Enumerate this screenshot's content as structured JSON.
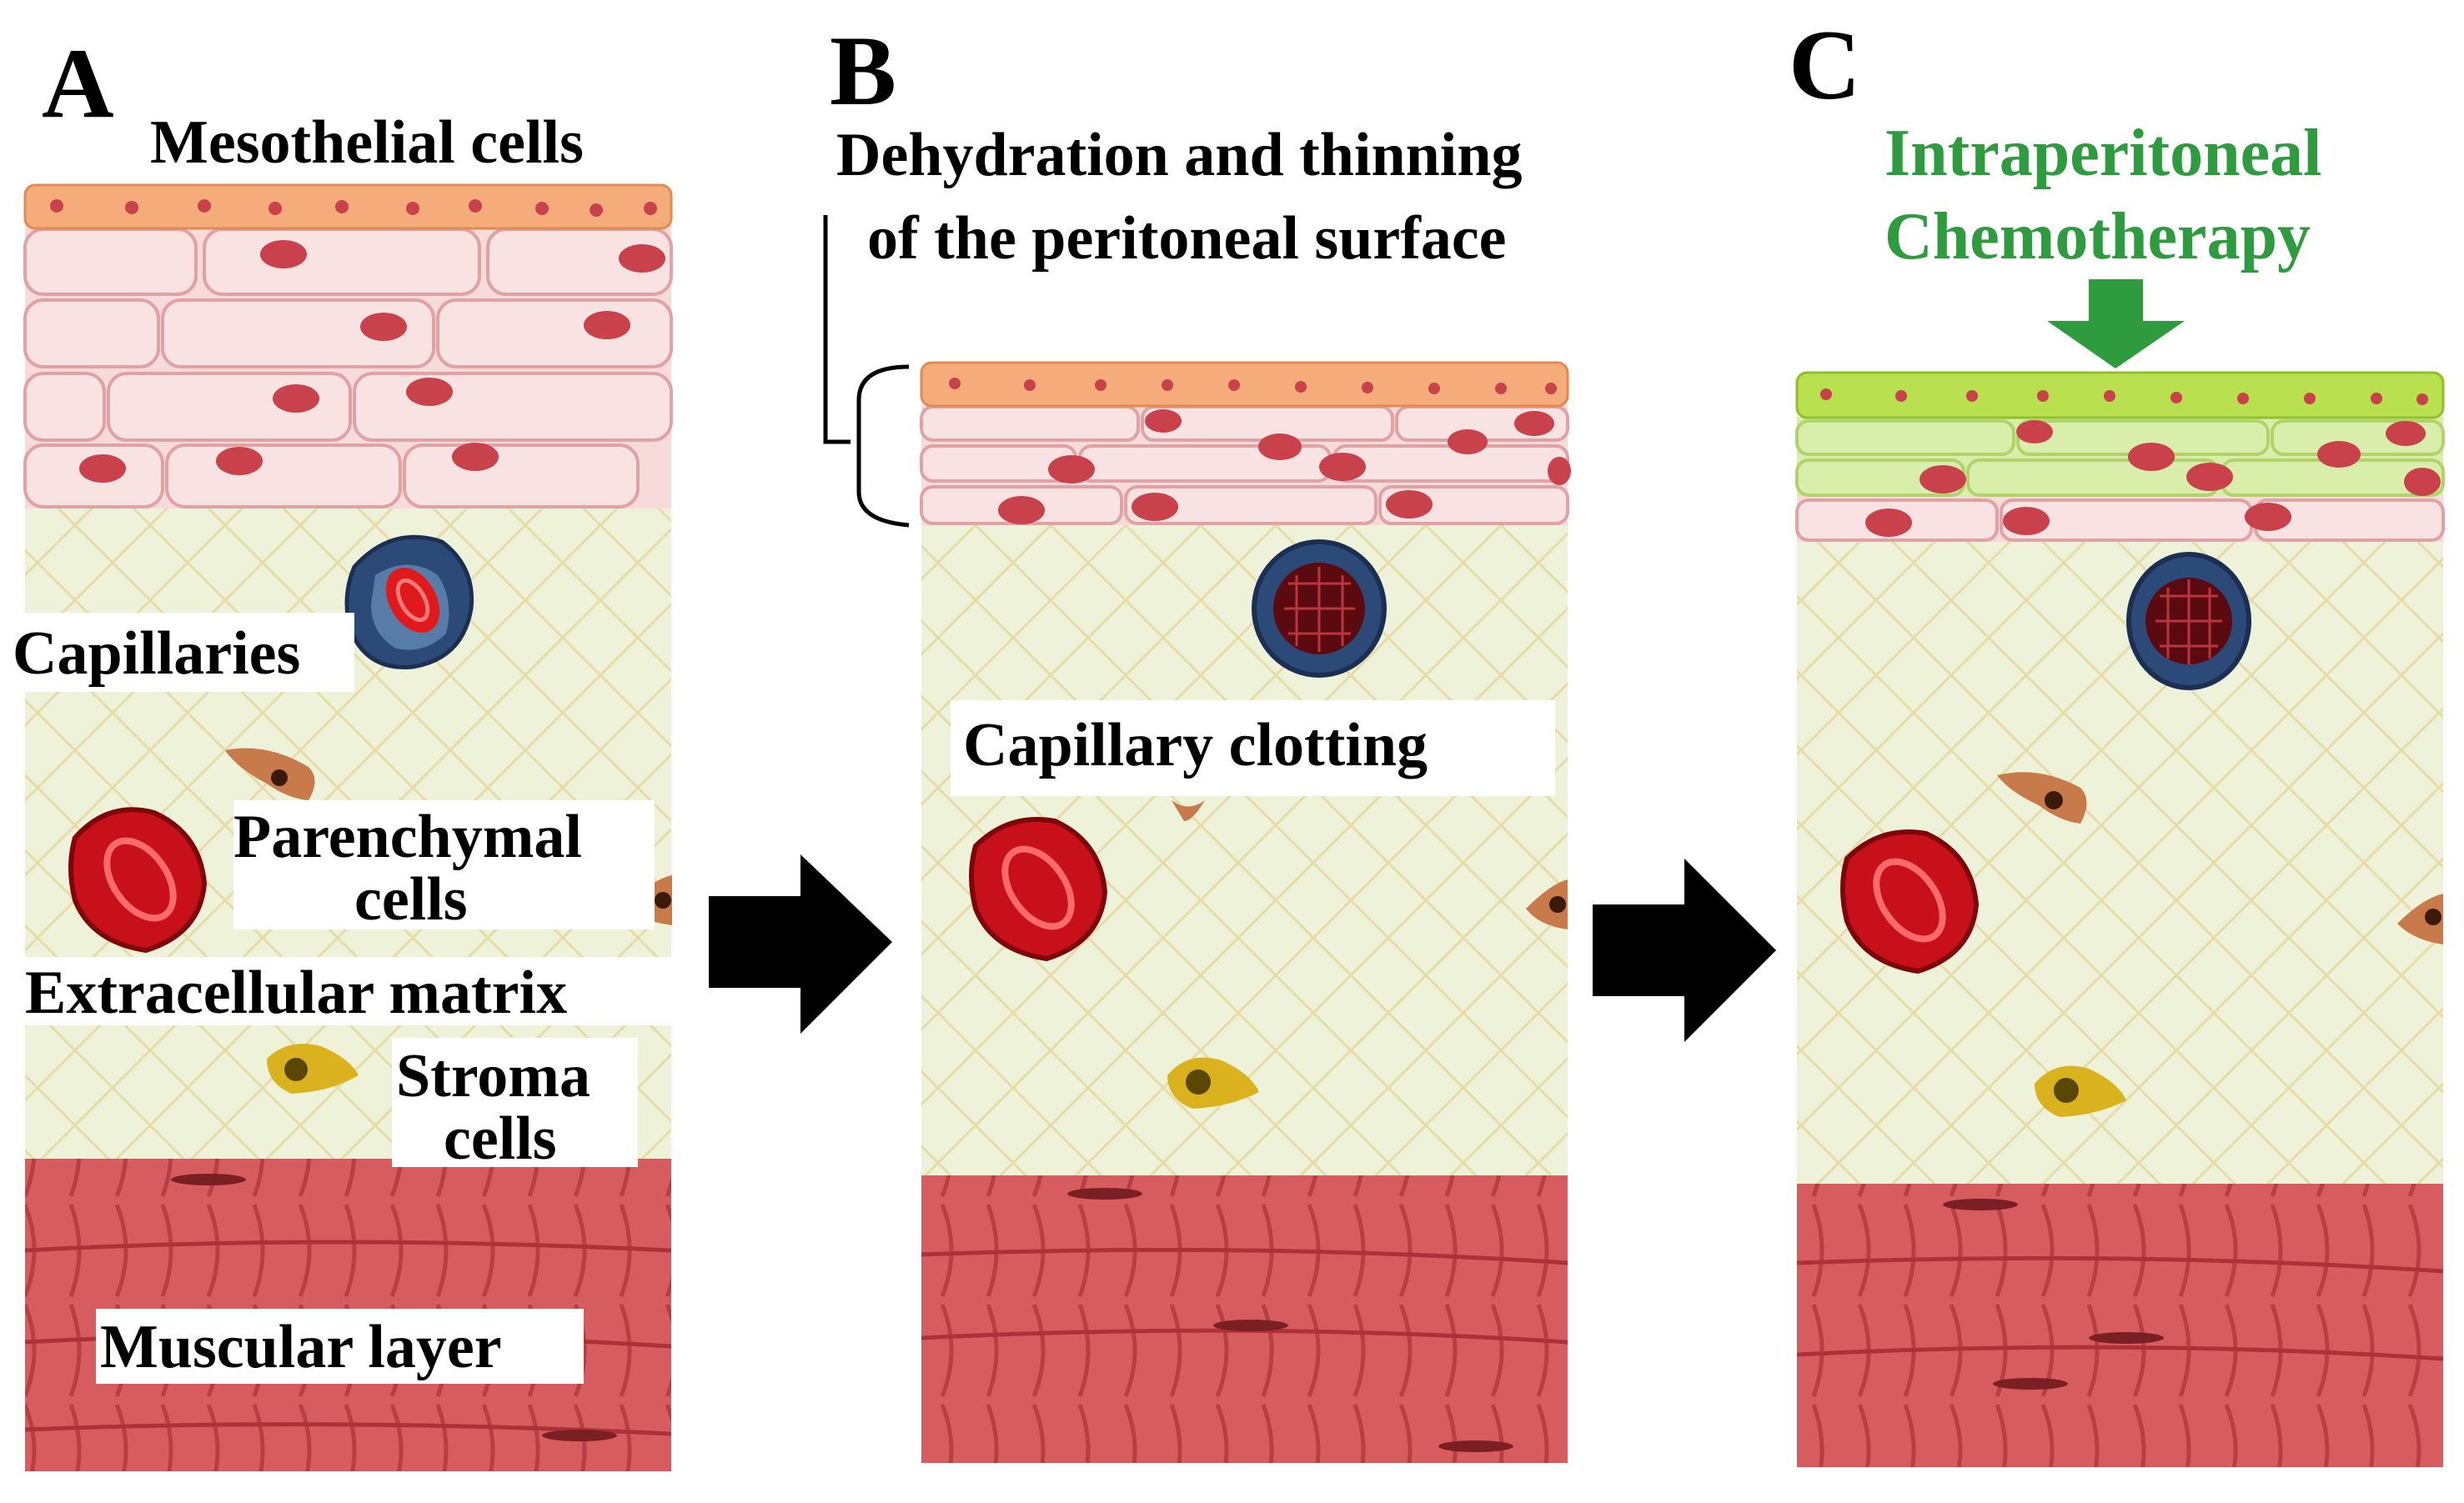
{
  "panels": [
    {
      "letter": "A"
    },
    {
      "letter": "B"
    },
    {
      "letter": "C"
    }
  ],
  "labels": {
    "mesothelial": "Mesothelial cells",
    "capillaries": "Capillaries",
    "parenchymal_line1": "Parenchymal",
    "parenchymal_line2": "cells",
    "ecm": "Extracellular matrix",
    "stroma_line1": "Stroma",
    "stroma_line2": "cells",
    "muscular": "Muscular layer",
    "dehydration_line1": "Dehydration and thinning",
    "dehydration_line2": "of the peritoneal surface",
    "clotting": "Capillary clotting",
    "ip_line1": "Intraperitoneal",
    "ip_line2": "Chemotherapy"
  },
  "colors": {
    "mesothelium": "#f6ab7a",
    "epithelium": "#f7dada",
    "epithelium_border": "#e0a2a4",
    "nucleus": "#c9414a",
    "matrix": "#eef2d9",
    "mesh": "#e6dca6",
    "muscle": "#d65c5f",
    "muscle_line": "#ab3239",
    "capillary_wall": "#2c4a78",
    "red_cell": "#c8101a",
    "clot": "#5b0a10",
    "parenchymal": "#c97a4a",
    "stroma": "#d9b21e",
    "chemo_green": "#2e9b3e",
    "chemo_layer": "#c6e58a"
  },
  "icons": [
    "right-arrow-icon",
    "down-arrow-icon"
  ]
}
